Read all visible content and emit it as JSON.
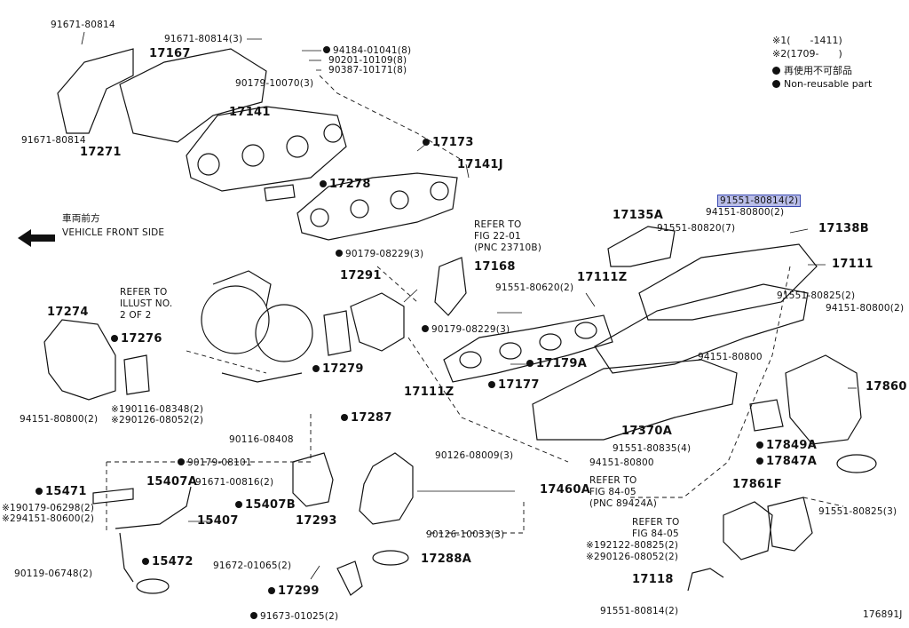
{
  "legend": {
    "note1": "※1(　　-1411)",
    "note2": "※2(1709-　　)",
    "nonreusable_jp": "再使用不可部品",
    "nonreusable_en": "Non-reusable part"
  },
  "direction": {
    "jp": "車両前方",
    "en": "VEHICLE FRONT SIDE"
  },
  "figure_id": "176891J",
  "labels": {
    "l01": "91671-80814",
    "l02": "91671-80814(3)",
    "l03": "94184-01041(8)",
    "l04": "90201-10109(8)",
    "l05": "90387-10171(8)",
    "l06": "17167",
    "l07": "90179-10070(3)",
    "l08": "17141",
    "l09": "91671-80814",
    "l10": "17271",
    "l11": "17173",
    "l12": "17141J",
    "l13": "17278",
    "l14": "REFER TO",
    "l15": "FIG 22-01",
    "l16": "(PNC 23710B)",
    "l17": "90179-08229(3)",
    "l18": "17168",
    "l19": "91551-80620(2)",
    "l20": "17291",
    "l21": "REFER TO",
    "l22": "ILLUST NO.",
    "l23": "2 OF 2",
    "l24": "17274",
    "l25": "17276",
    "l26": "17279",
    "l27": "90116-08348(2)",
    "l28": "90126-08052(2)",
    "l29": "94151-80800(2)",
    "l30": "17111Z",
    "l31": "90179-08229(3)",
    "l32": "17179A",
    "l33": "17177",
    "l34": "17111Z",
    "l35": "17287",
    "l36": "90116-08408",
    "l37": "90179-08101",
    "l38": "91671-00816(2)",
    "l39": "15407A",
    "l40": "15471",
    "l41": "90179-06298(2)",
    "l42": "94151-80600(2)",
    "l43": "15407B",
    "l44": "15407",
    "l45": "17293",
    "l46": "90119-06748(2)",
    "l47": "15472",
    "l48": "91672-01065(2)",
    "l49": "17299",
    "l50": "91673-01025(2)",
    "l51": "90126-08009(3)",
    "l52": "17460A",
    "l53": "90126-10033(3)",
    "l54": "17288A",
    "l55": "17135A",
    "l56": "91551-80814(2)",
    "l57": "94151-80800(2)",
    "l58": "91551-80820(7)",
    "l59": "17138B",
    "l60": "17111",
    "l61": "91551-80825(2)",
    "l62": "94151-80800(2)",
    "l63": "94151-80800",
    "l64": "17860",
    "l65": "17370A",
    "l66": "91551-80835(4)",
    "l67": "94151-80800",
    "l68": "17849A",
    "l69": "17847A",
    "l70": "REFER TO",
    "l71": "FIG 84-05",
    "l72": "(PNC 89424A)",
    "l73": "17861F",
    "l74": "REFER TO",
    "l75": "FIG 84-05",
    "l76": "92122-80825(2)",
    "l77": "90126-08052(2)",
    "l78": "91551-80825(3)",
    "l79": "17118",
    "l80": "91551-80814(2)"
  },
  "marks": {
    "m1": "※1",
    "m2": "※2"
  }
}
